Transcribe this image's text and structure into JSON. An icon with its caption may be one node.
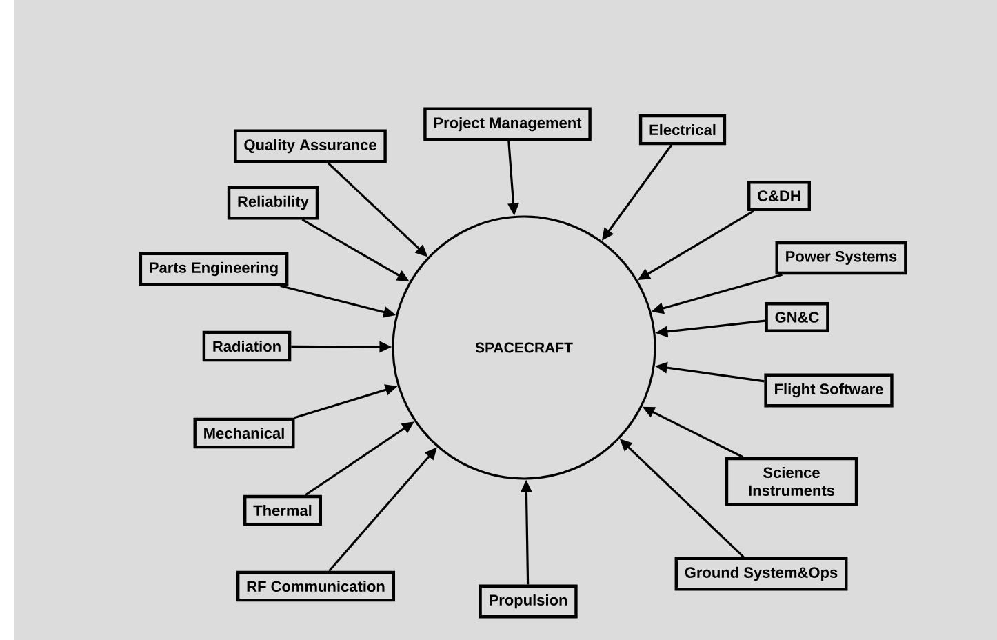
{
  "diagram": {
    "nodes": [
      {
        "text": [
          "Project Management"
        ]
      },
      {
        "text": [
          "Electrical"
        ]
      },
      {
        "text": [
          "Quality Assurance"
        ]
      },
      {
        "text": [
          "C&DH"
        ]
      },
      {
        "text": [
          "Reliability"
        ]
      },
      {
        "text": [
          "Power Systems"
        ]
      },
      {
        "text": [
          "Parts Engineering"
        ]
      },
      {
        "text": [
          "GN&C"
        ]
      },
      {
        "text": [
          "Radiation"
        ]
      },
      {
        "text": [
          "SPACECRAFT"
        ]
      },
      {
        "text": [
          "Flight Software"
        ]
      },
      {
        "text": [
          "Mechanical"
        ]
      },
      {
        "text": [
          "Science Instruments"
        ]
      },
      {
        "text": [
          "Thermal"
        ]
      },
      {
        "text": [
          "Ground System&Ops"
        ]
      },
      {
        "text": [
          "RF Communication"
        ]
      },
      {
        "text": [
          "Propulsion"
        ]
      }
    ],
    "edges": [
      {
        "from": 0,
        "to": 9,
        "arrow": "to"
      },
      {
        "from": 1,
        "to": 9,
        "arrow": "to"
      },
      {
        "from": 2,
        "to": 9,
        "arrow": "to"
      },
      {
        "from": 3,
        "to": 9,
        "arrow": "to"
      },
      {
        "from": 4,
        "to": 9,
        "arrow": "to"
      },
      {
        "from": 5,
        "to": 9,
        "arrow": "to"
      },
      {
        "from": 6,
        "to": 9,
        "arrow": "to"
      },
      {
        "from": 7,
        "to": 9,
        "arrow": "to"
      },
      {
        "from": 8,
        "to": 9,
        "arrow": "to"
      },
      {
        "from": 10,
        "to": 9,
        "arrow": "to"
      },
      {
        "from": 11,
        "to": 9,
        "arrow": "to"
      },
      {
        "from": 12,
        "to": 9,
        "arrow": "to"
      },
      {
        "from": 13,
        "to": 9,
        "arrow": "to"
      },
      {
        "from": 14,
        "to": 9,
        "arrow": "to"
      },
      {
        "from": 15,
        "to": 9,
        "arrow": "to"
      },
      {
        "from": 16,
        "to": 9,
        "arrow": "to"
      }
    ]
  }
}
